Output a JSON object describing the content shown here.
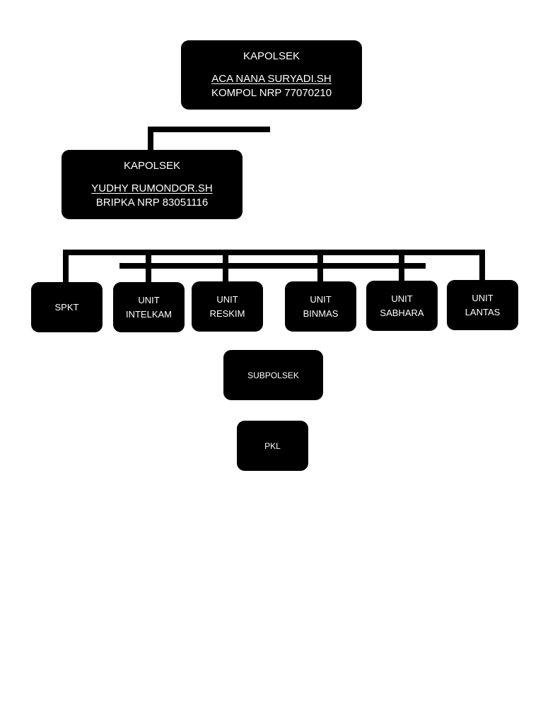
{
  "chart": {
    "top": {
      "title": "KAPOLSEK",
      "name": "ACA NANA SURYADI.SH",
      "rank": "KOMPOL NRP 77070210"
    },
    "second": {
      "title": "KAPOLSEK",
      "name": "YUDHY RUMONDOR.SH",
      "rank": "BRIPKA NRP 83051116"
    },
    "units": [
      {
        "line1": "SPKT",
        "line2": ""
      },
      {
        "line1": "UNIT",
        "line2": "INTELKAM"
      },
      {
        "line1": "UNIT",
        "line2": "RESKIM"
      },
      {
        "line1": "UNIT",
        "line2": "BINMAS"
      },
      {
        "line1": "UNIT",
        "line2": "SABHARA"
      },
      {
        "line1": "UNIT",
        "line2": "LANTAS"
      }
    ],
    "subpolsek": "SUBPOLSEK",
    "pkl": "PKL"
  }
}
